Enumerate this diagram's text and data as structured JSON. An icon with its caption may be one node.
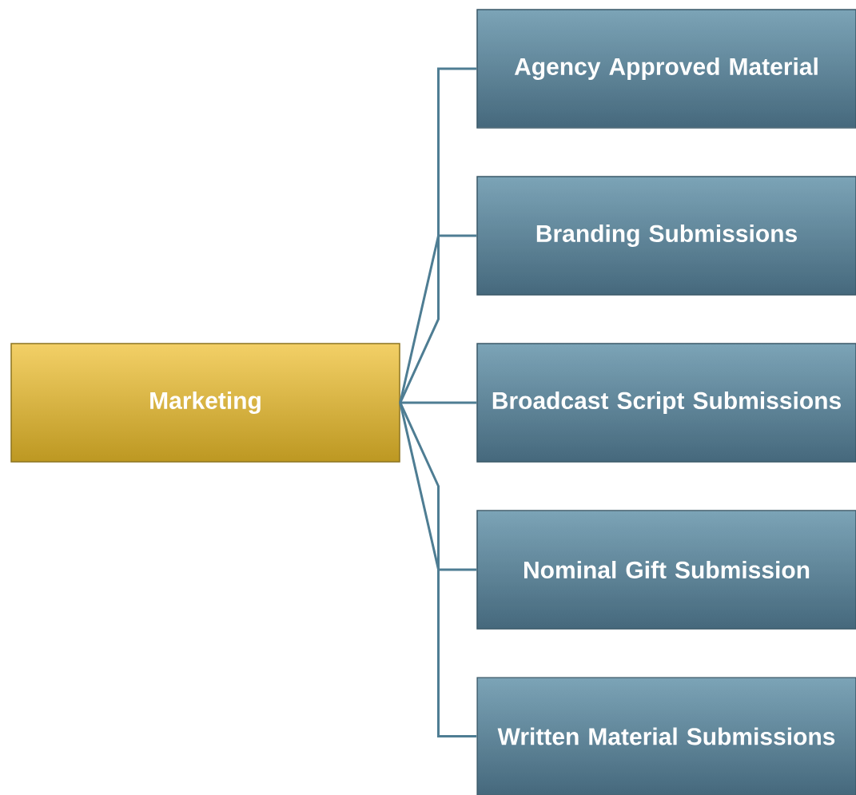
{
  "diagram": {
    "nodes": [
      {
        "text": [
          "Marketing"
        ]
      },
      {
        "text": [
          "Agency Approved Material"
        ]
      },
      {
        "text": [
          "Branding Submissions"
        ]
      },
      {
        "text": [
          "Broadcast Script Submissions"
        ]
      },
      {
        "text": [
          "Nominal Gift Submission"
        ]
      },
      {
        "text": [
          "Written Material Submissions"
        ]
      }
    ],
    "edges": [
      {
        "from": 0,
        "to": 1,
        "arrow": "none"
      },
      {
        "from": 0,
        "to": 2,
        "arrow": "none"
      },
      {
        "from": 0,
        "to": 3,
        "arrow": "none"
      },
      {
        "from": 0,
        "to": 4,
        "arrow": "none"
      },
      {
        "from": 0,
        "to": 5,
        "arrow": "none"
      }
    ]
  }
}
